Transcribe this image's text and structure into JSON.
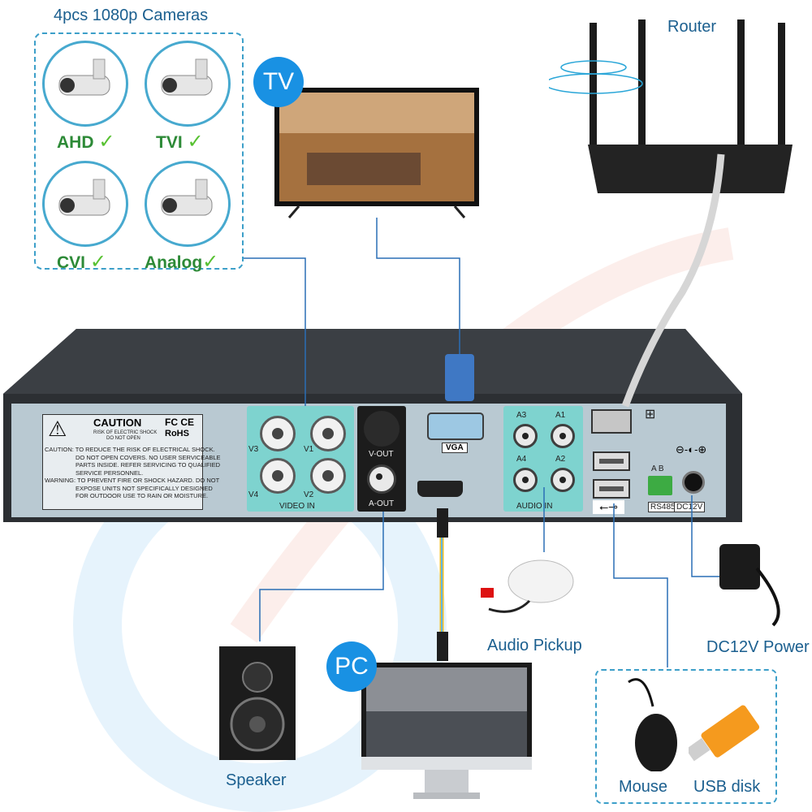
{
  "cameras": {
    "title": "4pcs 1080p Cameras",
    "types": [
      "AHD",
      "TVI",
      "CVI",
      "Analog"
    ],
    "check_glyph": "✓"
  },
  "devices": {
    "tv_badge": "TV",
    "pc_badge": "PC",
    "router": "Router",
    "audio_pickup": "Audio Pickup",
    "dc_power": "DC12V Power",
    "speaker": "Speaker",
    "mouse": "Mouse",
    "usb_disk": "USB disk"
  },
  "dvr_panel": {
    "caution_title": "CAUTION",
    "caution_sub1": "RISK OF ELECTRIC SHOCK",
    "caution_sub2": "DO NOT OPEN",
    "fc_ce": "FC CE",
    "rohs": "RoHS",
    "caution_lines": [
      "CAUTION: TO REDUCE THE RISK OF ELECTRICAL SHOCK.",
      "DO NOT OPEN COVERS. NO USER SERVICEABLE",
      "PARTS INSIDE. REFER SERVICING TO QUALIFIED",
      "SERVICE PERSONNEL.",
      "WARNING: TO PREVENT FIRE OR SHOCK HAZARD. DO NOT",
      "EXPOSE UNITS NOT SPECIFICALLY DESIGNED",
      "FOR OUTDOOR USE TO RAIN OR MOISTURE."
    ],
    "video_in": "VIDEO IN",
    "video_ports": [
      "V3",
      "V1",
      "V4",
      "V2"
    ],
    "v_out": "V-OUT",
    "a_out": "A-OUT",
    "vga": "VGA",
    "audio_in": "AUDIO IN",
    "audio_ports": [
      "A3",
      "A1",
      "A4",
      "A2"
    ],
    "rs485_ab": "A  B",
    "rs485": "RS485",
    "dc12v": "DC12V",
    "usb_symbol": "⭠⊸"
  },
  "colors": {
    "accent_blue": "#1991e3",
    "label_blue": "#1b5f8f",
    "teal_panel": "#7ed3cf",
    "check_green": "#57c131",
    "wire_blue": "#2a6fb5"
  }
}
